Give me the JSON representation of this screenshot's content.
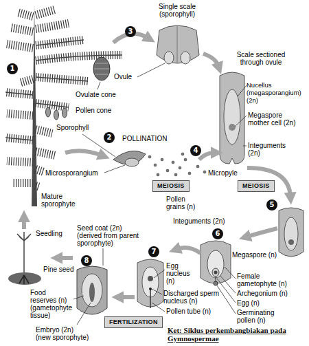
{
  "diagram": {
    "caption": "Ket: Siklus perkembangbiakan pada Gymnospermae",
    "nodes": [
      {
        "text": [
          "1"
        ]
      },
      {
        "text": [
          "3"
        ]
      },
      {
        "text": [
          "2"
        ]
      },
      {
        "text": [
          "4"
        ]
      },
      {
        "text": [
          "MEIOSIS"
        ]
      },
      {
        "text": [
          "MEIOSIS"
        ]
      },
      {
        "text": [
          "5"
        ]
      },
      {
        "text": [
          "6"
        ]
      },
      {
        "text": [
          "7"
        ]
      },
      {
        "text": [
          "8"
        ]
      },
      {
        "text": [
          "FERTILIZATION"
        ]
      }
    ],
    "labels": [
      "Single scale (sporophyll)",
      "Scale sectioned through ovule",
      "Ovule",
      "Ovulate cone",
      "Nucellus (megasporangium) (2n)",
      "Pollen cone",
      "Sporophyll",
      "Megaspore mother cell (2n)",
      "POLLINATION",
      "Integuments (2n)",
      "Micropyle",
      "Microsporangium",
      "Pollen grains (n)",
      "Mature sporophyte",
      "Integuments (2n)",
      "Seed coat (2n) (derived from parent sporophyte)",
      "Seedling",
      "Megaspore (n)",
      "Egg nucleus (n)",
      "Pine seed",
      "Female gametophyte (n)",
      "Food reserves (n) (gametophyte tissue)",
      "Archegonium (n)",
      "Discharged sperm nucleus (n)",
      "Egg (n)",
      "Pollen tube (n)",
      "Germinating pollen (n)",
      "Embryo (2n) (new sporophyte)"
    ]
  }
}
